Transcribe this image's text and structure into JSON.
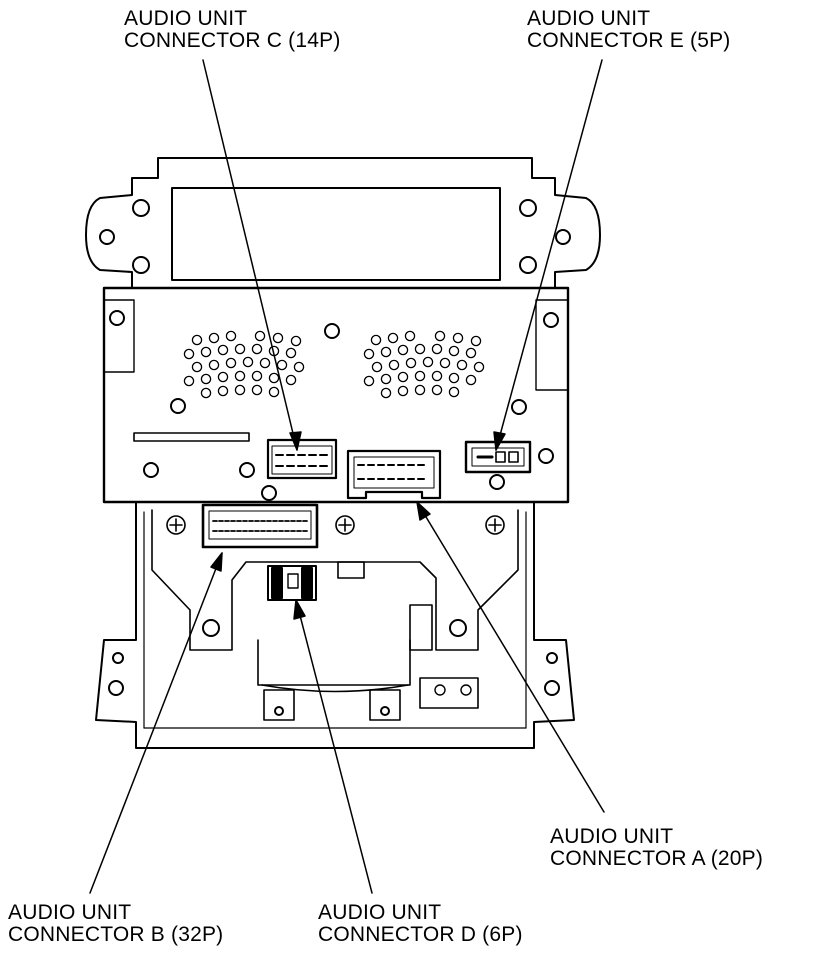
{
  "callouts": {
    "connector_c": {
      "line1": "AUDIO UNIT",
      "line2": "CONNECTOR C (14P)"
    },
    "connector_e": {
      "line1": "AUDIO UNIT",
      "line2": "CONNECTOR E (5P)"
    },
    "connector_a": {
      "line1": "AUDIO UNIT",
      "line2": "CONNECTOR A (20P)"
    },
    "connector_b": {
      "line1": "AUDIO UNIT",
      "line2": "CONNECTOR B (32P)"
    },
    "connector_d": {
      "line1": "AUDIO UNIT",
      "line2": "CONNECTOR D (6P)"
    }
  },
  "colors": {
    "line": "#000000",
    "background": "#ffffff"
  }
}
